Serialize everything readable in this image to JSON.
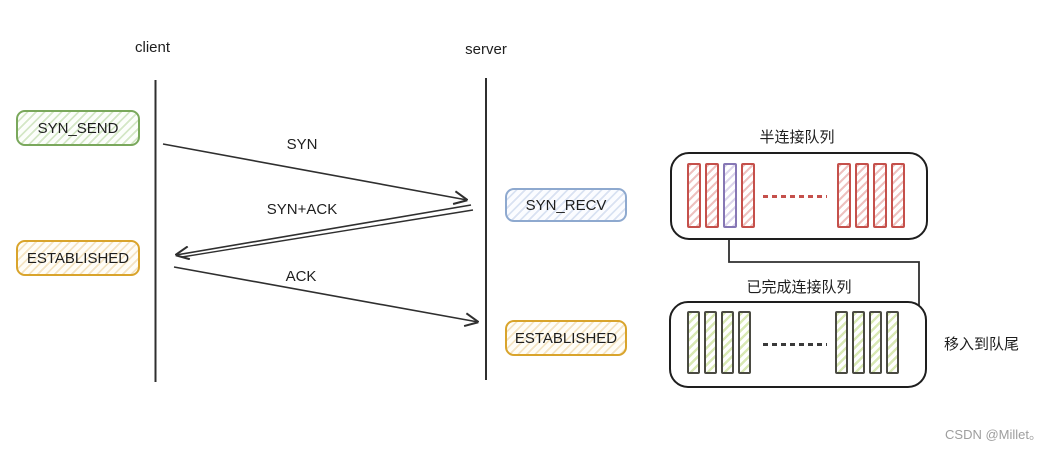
{
  "lifelines": {
    "client": "client",
    "server": "server"
  },
  "states": {
    "syn_send": "SYN_SEND",
    "client_established": "ESTABLISHED",
    "syn_recv": "SYN_RECV",
    "server_established": "ESTABLISHED"
  },
  "messages": {
    "syn": "SYN",
    "syn_ack": "SYN+ACK",
    "ack": "ACK"
  },
  "queues": {
    "half": {
      "title": "半连接队列",
      "bars": [
        "red",
        "red",
        "purple",
        "red",
        "red",
        "red",
        "red",
        "red"
      ]
    },
    "accept": {
      "title": "已完成连接队列",
      "bars": [
        "green",
        "green",
        "green",
        "green",
        "green",
        "green",
        "green",
        "green"
      ]
    },
    "move_to_tail_label": "移入到队尾"
  },
  "watermark": "CSDN @Millet。",
  "colors": {
    "green-border": "#7aa85c",
    "orange-border": "#d9a42c",
    "blue-border": "#8ea9cf",
    "red-bar": "#c5504b",
    "purple-bar": "#8677b5",
    "greenbar-border": "#4a4a42",
    "line": "#2f2f2f",
    "watermark": "#9e9e9e"
  }
}
